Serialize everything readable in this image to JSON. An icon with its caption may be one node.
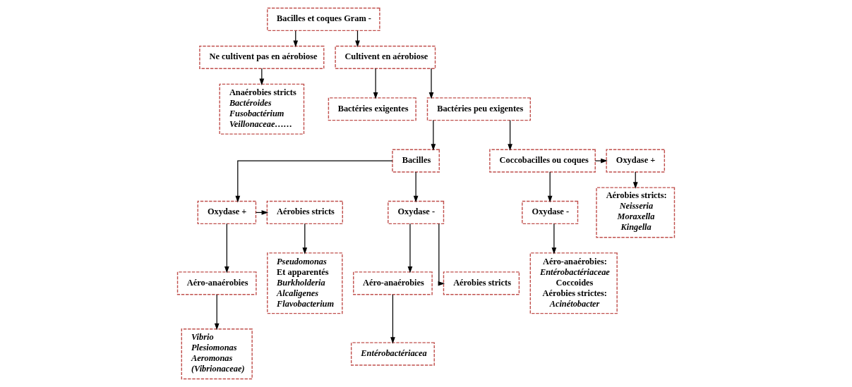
{
  "diagram": {
    "nodes": [
      {
        "text": [
          "Bacilles et coques Gram -"
        ]
      },
      {
        "text": [
          "Ne cultivent pas en aérobiose"
        ]
      },
      {
        "text": [
          "Cultivent en aérobiose"
        ]
      },
      {
        "text": [
          "Anaérobies stricts",
          "Bactéroides",
          "Fusobactérium",
          "Veillonaceae……"
        ]
      },
      {
        "text": [
          "Bactéries peu exigentes"
        ]
      },
      {
        "text": [
          "Bactéries exigentes"
        ]
      },
      {
        "text": [
          "Bacilles"
        ]
      },
      {
        "text": [
          "Coccobacilles ou coques"
        ]
      },
      {
        "text": [
          "Oxydase +"
        ]
      },
      {
        "text": [
          "Aérobies stricts"
        ]
      },
      {
        "text": [
          "Oxydase +"
        ]
      },
      {
        "text": [
          "Oxydase -"
        ]
      },
      {
        "text": [
          "Oxydase -"
        ]
      },
      {
        "text": [
          "Aérobies stricts:",
          "Neisseria",
          "Moraxella",
          "Kingella"
        ]
      },
      {
        "text": [
          "Pseudomonas",
          "Et apparentés",
          "Burkholderia",
          "Alcaligenes",
          "Flavobacterium"
        ]
      },
      {
        "text": [
          "Aéro-anaérobies"
        ]
      },
      {
        "text": [
          "Aérobies stricts"
        ]
      },
      {
        "text": [
          "Vibrio",
          "Plesiomonas",
          "Aeromonas",
          "(Vibrionaceae)"
        ]
      },
      {
        "text": [
          "Aéro-anaérobies"
        ]
      },
      {
        "text": [
          "Aéro-anaérobies:",
          "Entérobactériaceae",
          "Coccoides",
          "Aérobies strictes:",
          "Acinétobacter"
        ]
      },
      {
        "text": [
          "Entérobactériacea"
        ]
      }
    ],
    "edges": [
      {
        "from": 0,
        "to": 1,
        "arrow": "to"
      },
      {
        "from": 0,
        "to": 2,
        "arrow": "to"
      },
      {
        "from": 1,
        "to": 3,
        "arrow": "to"
      },
      {
        "from": 2,
        "to": 4,
        "arrow": "to"
      },
      {
        "from": 2,
        "to": 5,
        "arrow": "to"
      },
      {
        "from": 4,
        "to": 6,
        "arrow": "to"
      },
      {
        "from": 4,
        "to": 7,
        "arrow": "to"
      },
      {
        "from": 7,
        "to": 8,
        "arrow": "to"
      },
      {
        "from": 8,
        "to": 13,
        "arrow": "to"
      },
      {
        "from": 6,
        "to": 10,
        "arrow": "to"
      },
      {
        "from": 6,
        "to": 11,
        "arrow": "to"
      },
      {
        "from": 7,
        "to": 12,
        "arrow": "to"
      },
      {
        "from": 12,
        "to": 19,
        "arrow": "to"
      },
      {
        "from": 10,
        "to": 9,
        "arrow": "to"
      },
      {
        "from": 9,
        "to": 14,
        "arrow": "to"
      },
      {
        "from": 10,
        "to": 15,
        "arrow": "to"
      },
      {
        "from": 11,
        "to": 16,
        "arrow": "to"
      },
      {
        "from": 11,
        "to": 18,
        "arrow": "to"
      },
      {
        "from": 15,
        "to": 17,
        "arrow": "to"
      },
      {
        "from": 18,
        "to": 20,
        "arrow": "to"
      }
    ]
  }
}
